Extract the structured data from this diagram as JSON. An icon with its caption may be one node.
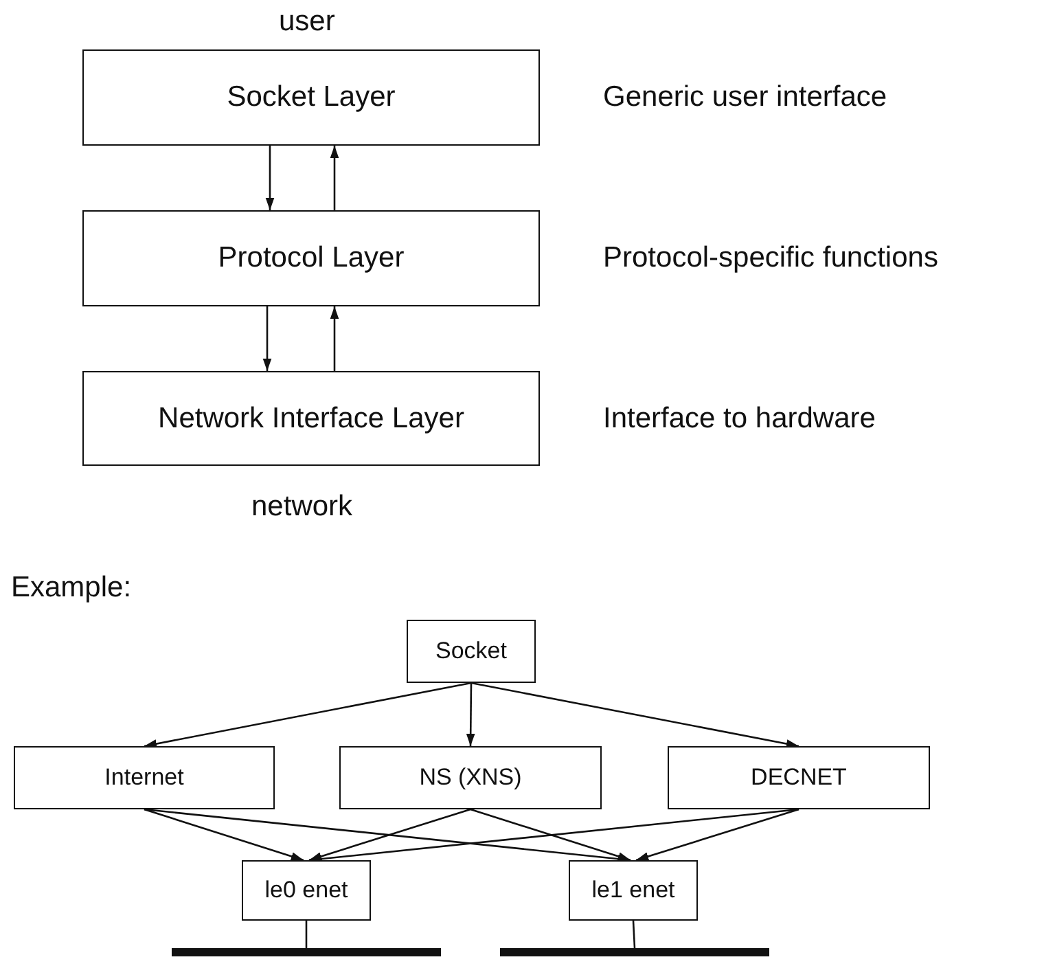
{
  "diagram": {
    "nodes": [
      {
        "text": [
          "Socket Layer"
        ],
        "beside": [
          "Generic user interface"
        ]
      },
      {
        "text": [
          "Protocol Layer"
        ],
        "beside": [
          "Protocol-specific functions"
        ]
      },
      {
        "text": [
          "Network Interface Layer"
        ],
        "beside": [
          "Interface to hardware"
        ]
      },
      {
        "text": [
          "Socket"
        ]
      },
      {
        "text": [
          "Internet"
        ]
      },
      {
        "text": [
          "NS (XNS)"
        ]
      },
      {
        "text": [
          "DECNET"
        ]
      },
      {
        "text": [
          "le0 enet"
        ]
      },
      {
        "text": [
          "le1 enet"
        ]
      },
      {
        "text": [],
        "shape": "bar"
      },
      {
        "text": [],
        "shape": "bar"
      }
    ],
    "edges": [
      {
        "from": 0,
        "to": 1,
        "arrow": "to"
      },
      {
        "from": 1,
        "to": 0,
        "arrow": "to"
      },
      {
        "from": 1,
        "to": 2,
        "arrow": "to"
      },
      {
        "from": 2,
        "to": 1,
        "arrow": "to"
      },
      {
        "from": 3,
        "to": 4,
        "arrow": "to"
      },
      {
        "from": 3,
        "to": 5,
        "arrow": "to"
      },
      {
        "from": 3,
        "to": 6,
        "arrow": "to"
      },
      {
        "from": 4,
        "to": 7,
        "arrow": "to"
      },
      {
        "from": 4,
        "to": 8,
        "arrow": "to"
      },
      {
        "from": 5,
        "to": 7,
        "arrow": "to"
      },
      {
        "from": 5,
        "to": 8,
        "arrow": "to"
      },
      {
        "from": 6,
        "to": 7,
        "arrow": "to"
      },
      {
        "from": 6,
        "to": 8,
        "arrow": "to"
      },
      {
        "from": 7,
        "to": 9,
        "arrow": "none"
      },
      {
        "from": 8,
        "to": 10,
        "arrow": "none"
      }
    ],
    "labels": [
      "user",
      "network",
      "Example:"
    ]
  }
}
